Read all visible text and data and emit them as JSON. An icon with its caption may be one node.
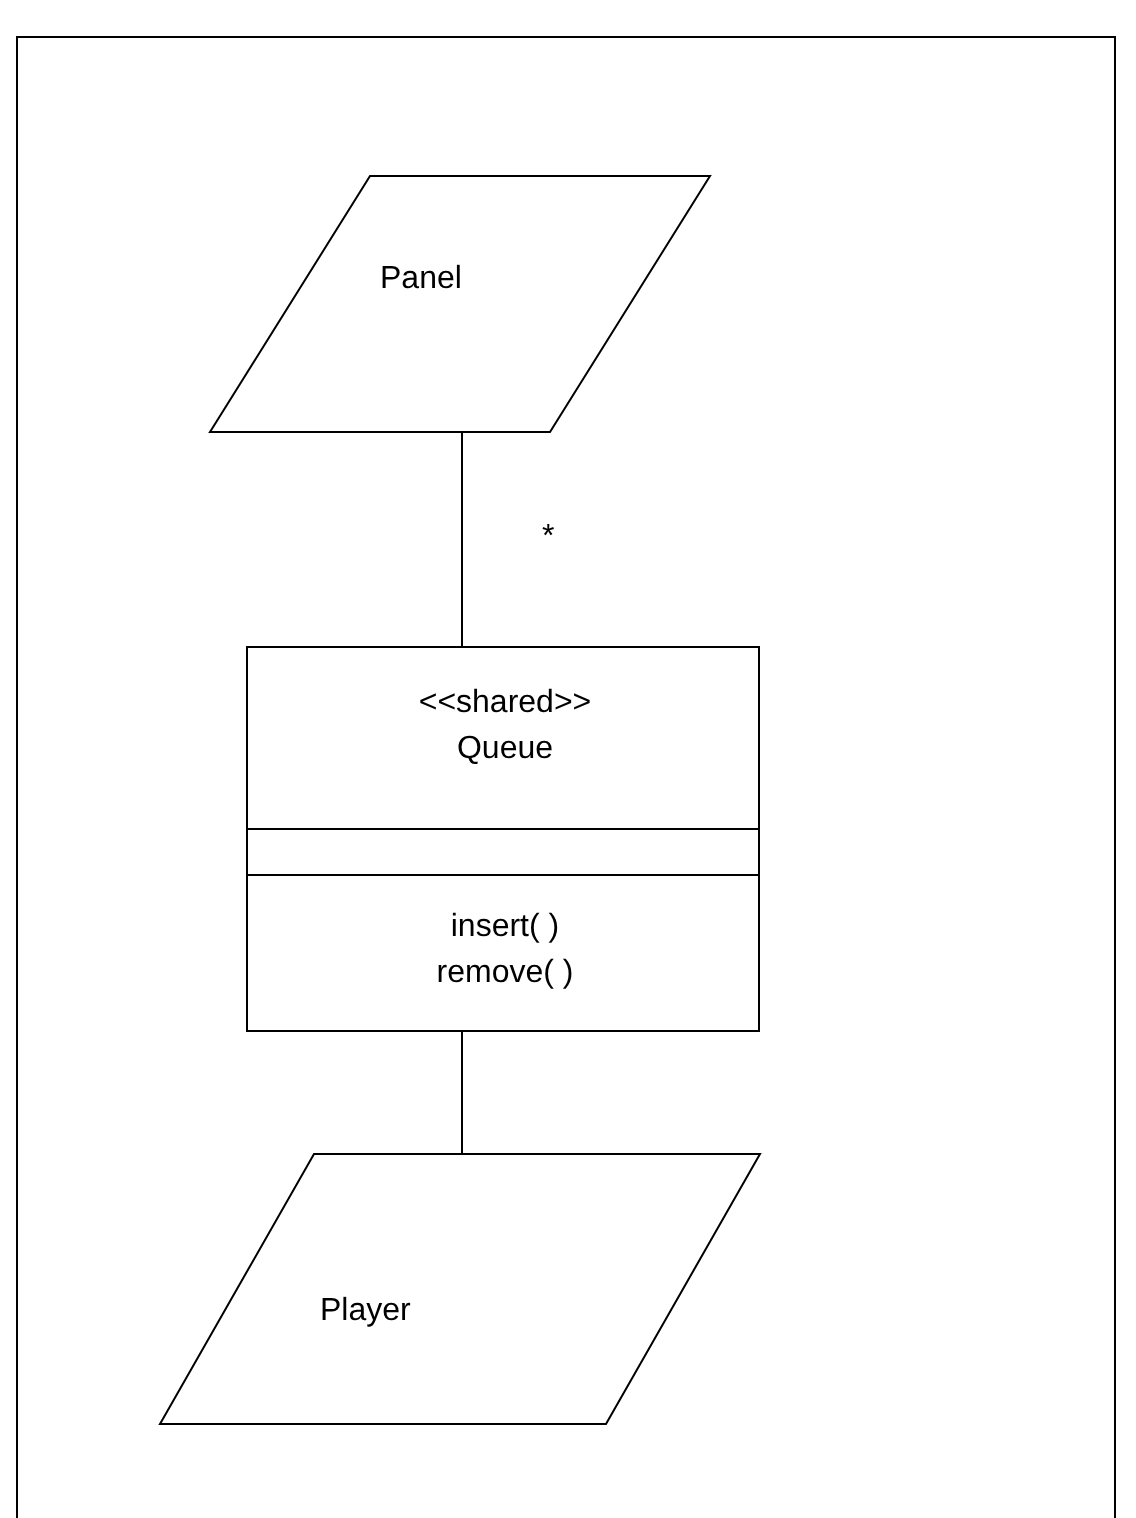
{
  "diagram": {
    "nodes": [
      {
        "text": [
          "Panel"
        ]
      },
      {
        "text": [
          "<<shared>> Queue",
          "insert( ) remove( )"
        ]
      },
      {
        "text": [
          "Player"
        ]
      }
    ],
    "edges": [
      {
        "from": 0,
        "to": 1,
        "arrow": "none",
        "label": "*"
      },
      {
        "from": 1,
        "to": 2,
        "arrow": "none"
      }
    ]
  }
}
